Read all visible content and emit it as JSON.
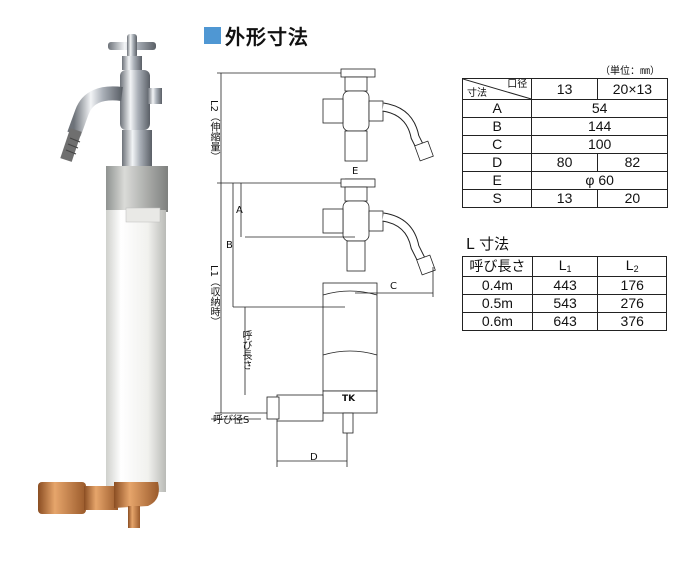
{
  "heading": "外形寸法",
  "unit_note": "（単位：㎜）",
  "dimension_table": {
    "header_top": "口径",
    "header_left": "寸法",
    "columns": [
      "13",
      "20×13"
    ],
    "rows": [
      {
        "label": "A",
        "value": "54"
      },
      {
        "label": "B",
        "value": "144"
      },
      {
        "label": "C",
        "value": "100"
      },
      {
        "label": "D",
        "values": [
          "80",
          "82"
        ]
      },
      {
        "label": "E",
        "value": "φ 60"
      },
      {
        "label": "S",
        "values": [
          "13",
          "20"
        ]
      }
    ]
  },
  "l_table": {
    "title": "L 寸法",
    "headers": {
      "length": "呼び長さ",
      "l1": "L",
      "l1_sub": "1",
      "l2": "L",
      "l2_sub": "2"
    },
    "rows": [
      {
        "length": "0.4m",
        "l1": "443",
        "l2": "176"
      },
      {
        "length": "0.5m",
        "l1": "543",
        "l2": "276"
      },
      {
        "length": "0.6m",
        "l1": "643",
        "l2": "376"
      }
    ]
  },
  "drawing": {
    "l2_label": "L2（伸縮量）",
    "l1_label": "L1（収納時）",
    "nominal_length_label": "呼び長さ",
    "nominal_dia_label": "呼び径S",
    "a": "A",
    "b": "B",
    "c": "C",
    "d": "D",
    "e": "E",
    "brand": "TK"
  },
  "colors": {
    "accent": "#4f97d3",
    "pipe_white": "#f4f4f2",
    "chrome": "#b8bcc4",
    "brass": "#c8864a"
  }
}
